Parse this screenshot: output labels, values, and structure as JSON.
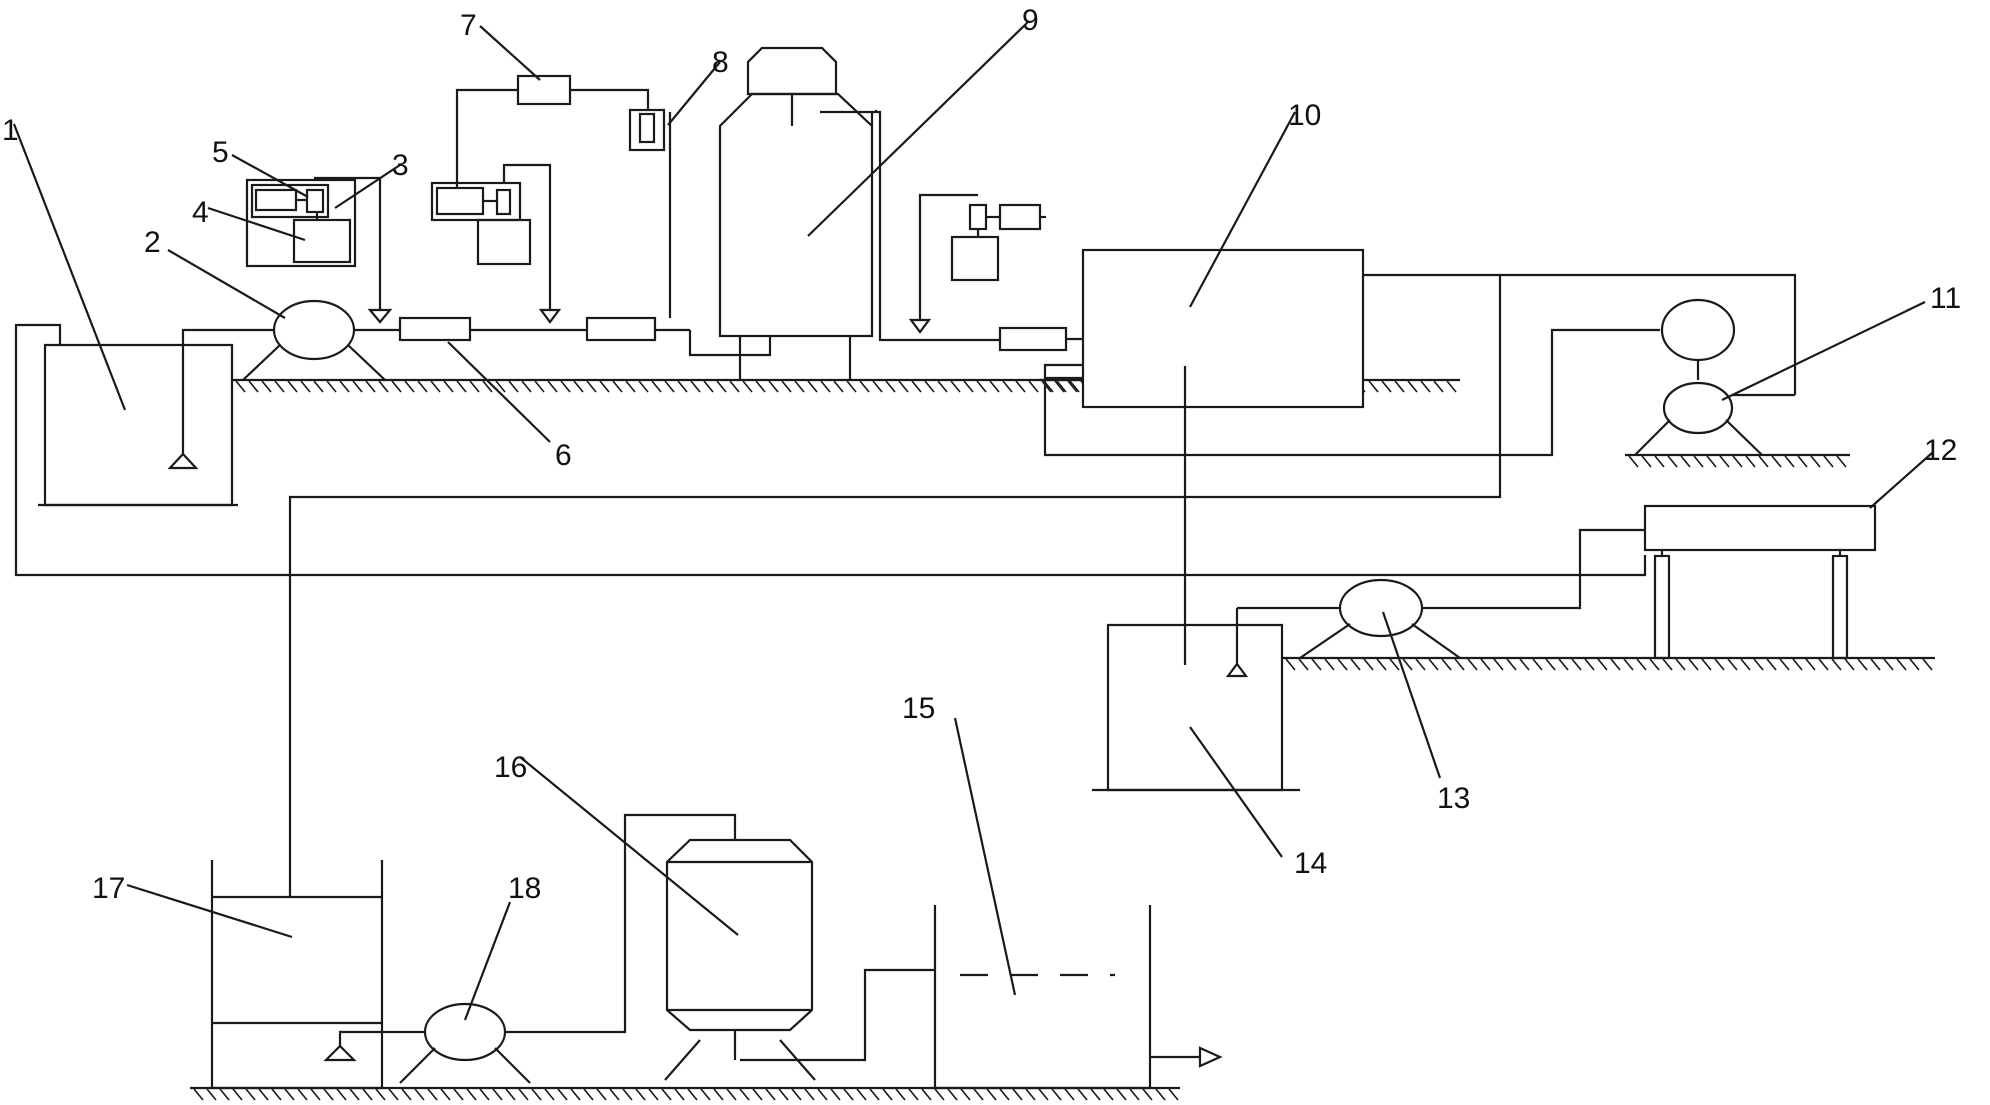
{
  "labels": [
    "1",
    "2",
    "3",
    "4",
    "5",
    "6",
    "7",
    "8",
    "9",
    "10",
    "11",
    "12",
    "13",
    "14",
    "15",
    "16",
    "17",
    "18"
  ],
  "colors": {
    "stroke": "#1a1a1a",
    "background": "#ffffff"
  }
}
